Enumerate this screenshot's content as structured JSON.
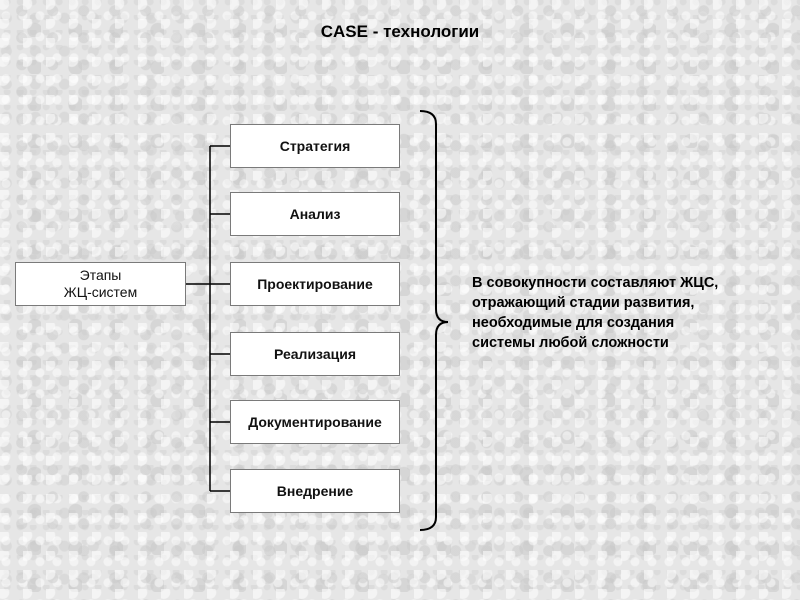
{
  "title": "CASE - технологии",
  "root": {
    "line1": "Этапы",
    "line2": "ЖЦ-систем"
  },
  "stages": [
    "Стратегия",
    "Анализ",
    "Проектирование",
    "Реализация",
    "Документирование",
    "Внедрение"
  ],
  "summary": {
    "line1": "В совокупности составляют ЖЦС,",
    "line2": "отражающий стадии развития,",
    "line3": "необходимые для создания",
    "line4": "системы любой сложности"
  }
}
